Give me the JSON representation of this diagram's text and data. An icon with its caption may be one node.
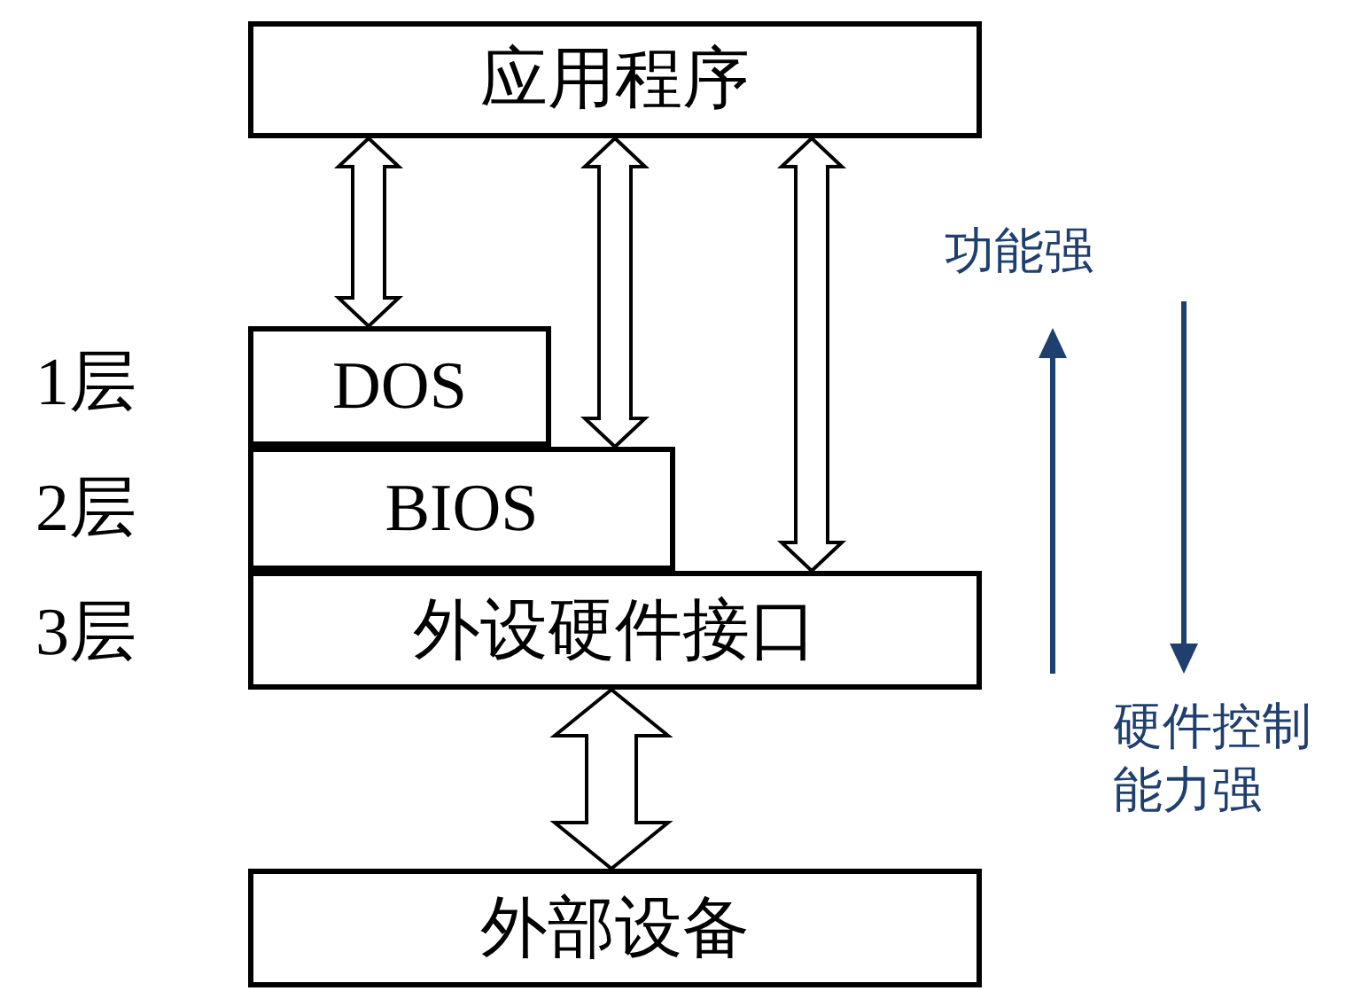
{
  "diagram": {
    "nodes": [
      {
        "text": [
          "应用程序"
        ]
      },
      {
        "text": [
          "DOS"
        ]
      },
      {
        "text": [
          "BIOS"
        ]
      },
      {
        "text": [
          "外设硬件接口"
        ]
      },
      {
        "text": [
          "外部设备"
        ]
      }
    ],
    "edges": [
      {
        "from": 0,
        "to": 1,
        "arrow": "both"
      },
      {
        "from": 0,
        "to": 2,
        "arrow": "both"
      },
      {
        "from": 0,
        "to": 3,
        "arrow": "both"
      },
      {
        "from": 3,
        "to": 4,
        "arrow": "both",
        "style": "thick"
      }
    ],
    "labels": [
      "1层",
      "2层",
      "3层",
      "功能强",
      "硬件控制能力强"
    ]
  }
}
